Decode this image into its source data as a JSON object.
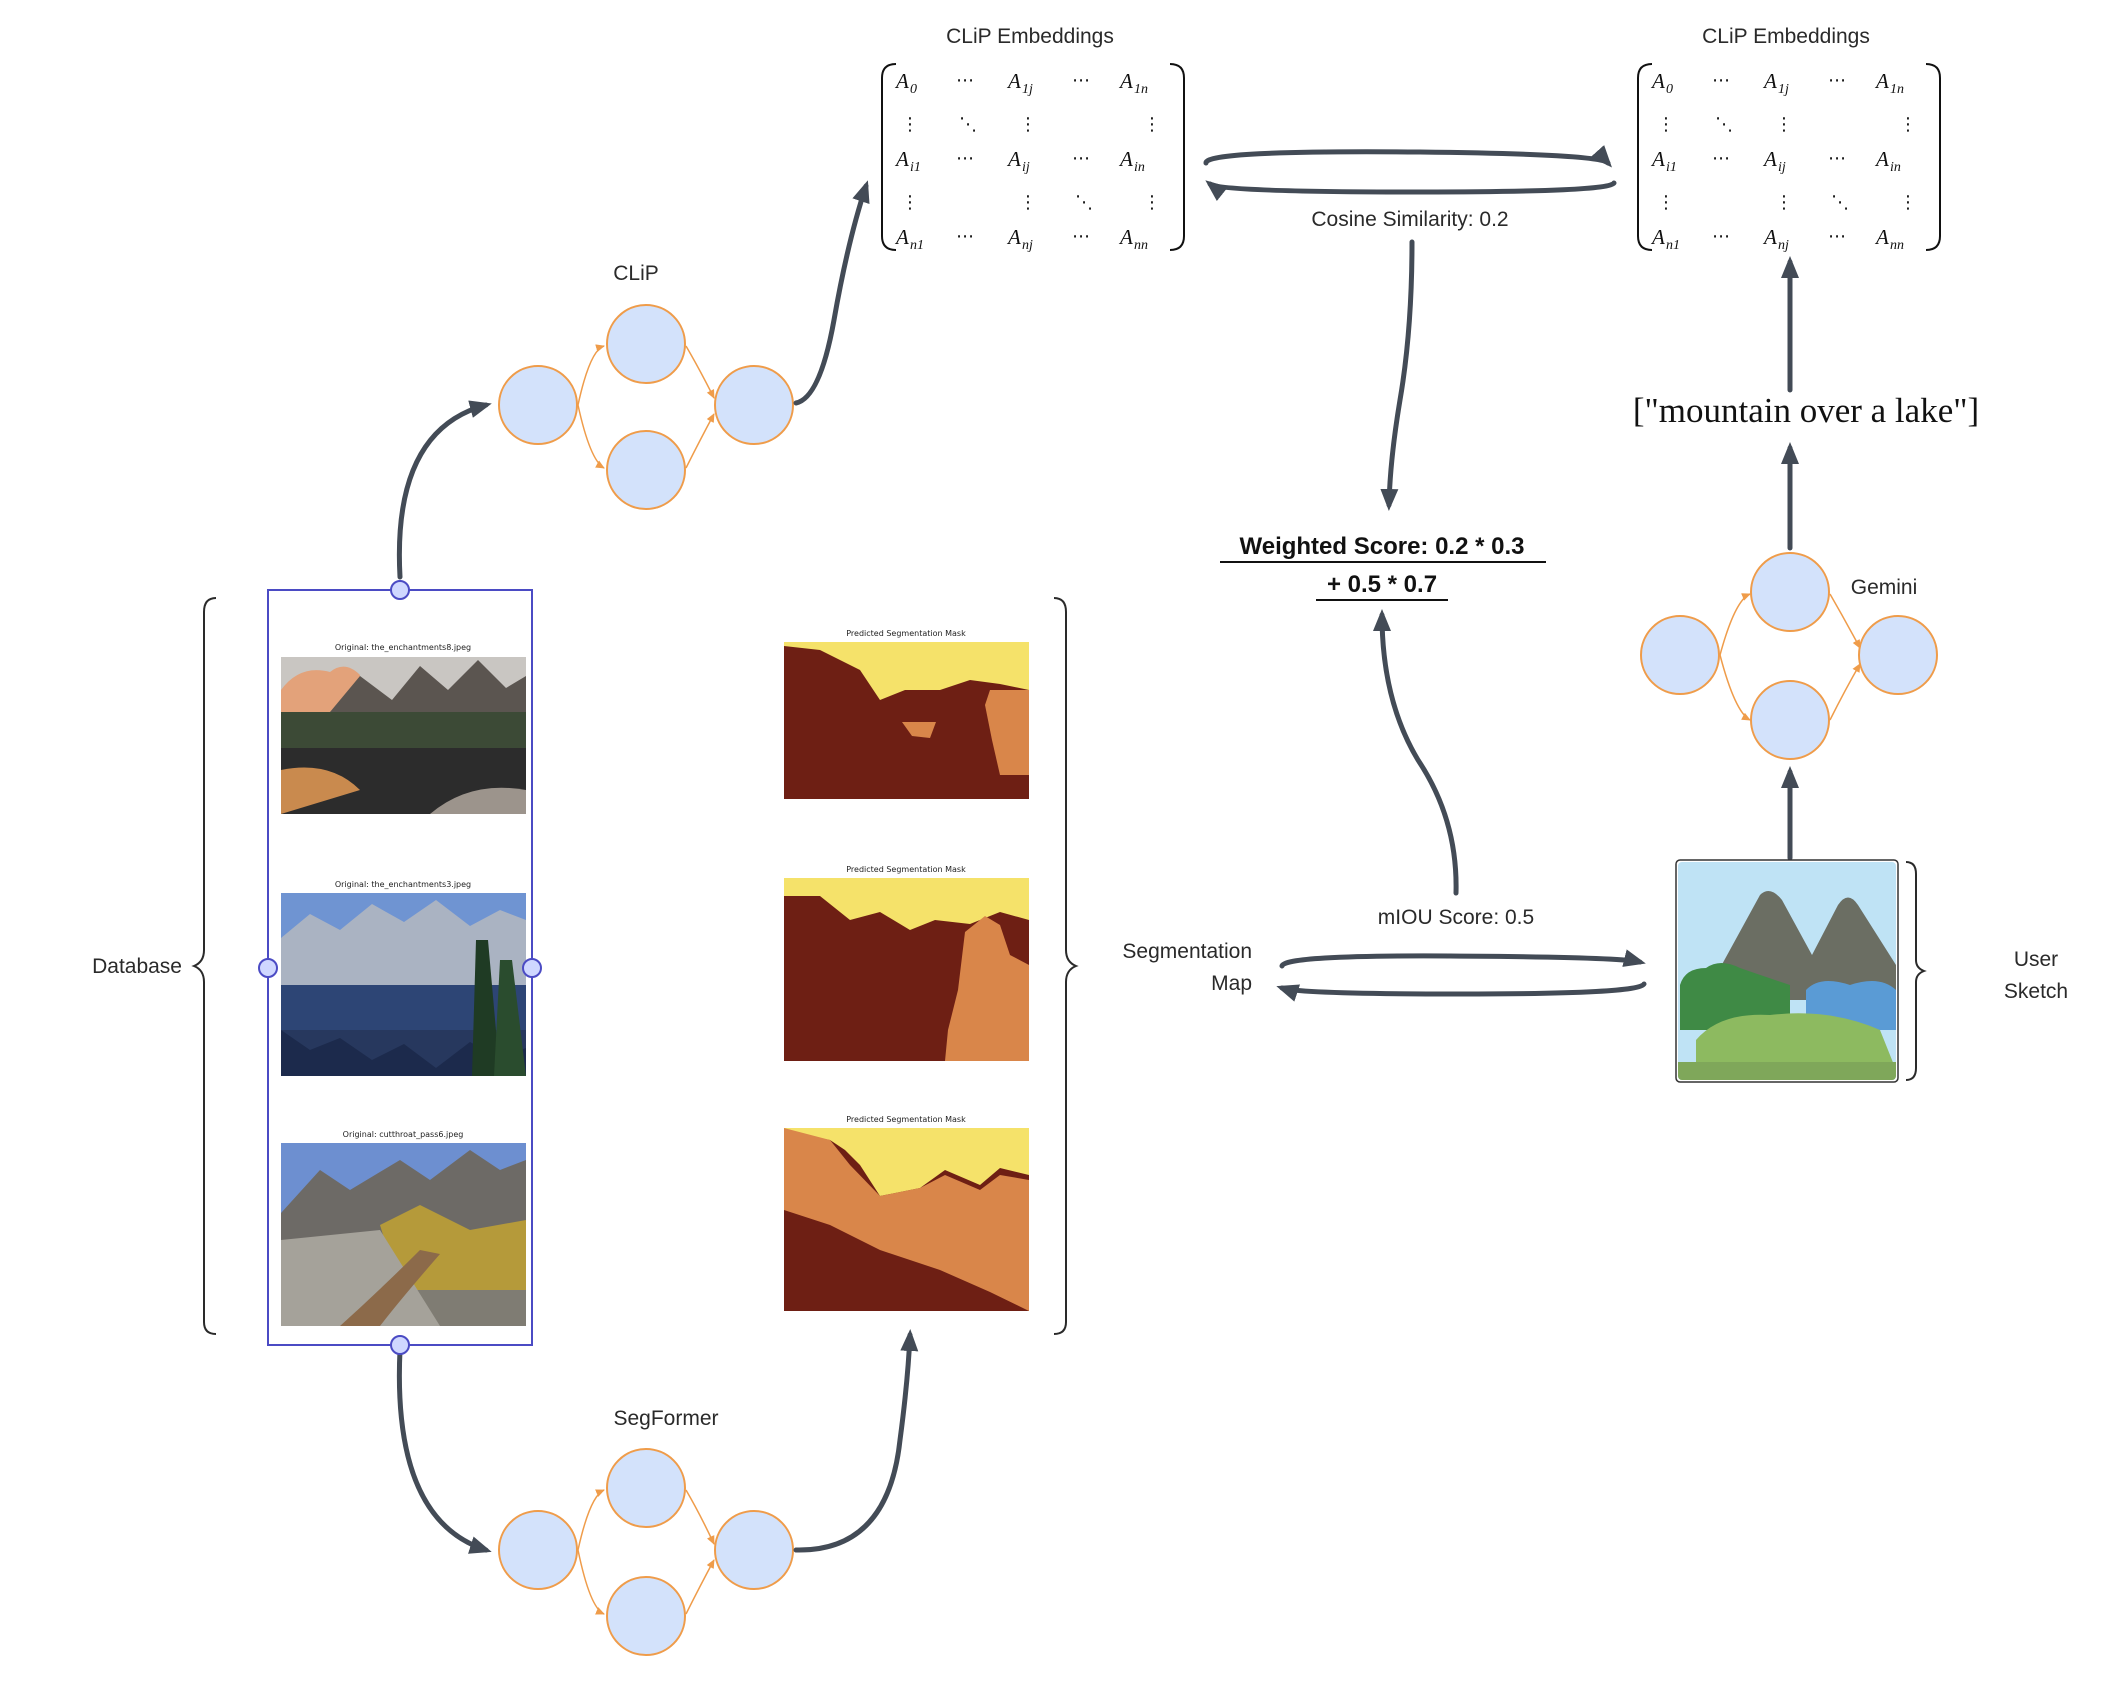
{
  "labels": {
    "clip_embeddings_left": "CLiP Embeddings",
    "clip_embeddings_right": "CLiP Embeddings",
    "clip": "CLiP",
    "segformer": "SegFormer",
    "gemini": "Gemini",
    "database": "Database",
    "segmentation_map_line1": "Segmentation",
    "segmentation_map_line2": "Map",
    "user_sketch_line1": "User",
    "user_sketch_line2": "Sketch",
    "cosine_similarity": "Cosine Similarity: 0.2",
    "miou_score": "mIOU Score: 0.5",
    "weighted_score_line1": "Weighted Score: 0.2 * 0.3",
    "weighted_score_line2": "+ 0.5 * 0.7",
    "prompt": "[\"mountain over a lake\"]"
  },
  "database_images": [
    {
      "title": "Original: the_enchantments8.jpeg"
    },
    {
      "title": "Original: the_enchantments3.jpeg"
    },
    {
      "title": "Original: cutthroat_pass6.jpeg"
    }
  ],
  "mask_images": [
    {
      "title": "Predicted Segmentation Mask"
    },
    {
      "title": "Predicted Segmentation Mask"
    },
    {
      "title": "Predicted Segmentation Mask"
    }
  ],
  "matrix": {
    "r1": [
      "A",
      "0",
      "⋯",
      "A",
      "1j",
      "⋯",
      "A",
      "1n"
    ],
    "r3": [
      "A",
      "i1",
      "⋯",
      "A",
      "ij",
      "⋯",
      "A",
      "in"
    ],
    "r5": [
      "A",
      "n1",
      "⋯",
      "A",
      "nj",
      "⋯",
      "A",
      "nn"
    ]
  },
  "colors": {
    "node_fill": "#d3e2fb",
    "node_stroke": "#ef9c4a",
    "flow_arrow": "#434b56",
    "selection_box": "#4b4bc4",
    "mask_dark": "#6e1f14",
    "mask_mid": "#d9864a",
    "mask_sky": "#f5e26a"
  }
}
